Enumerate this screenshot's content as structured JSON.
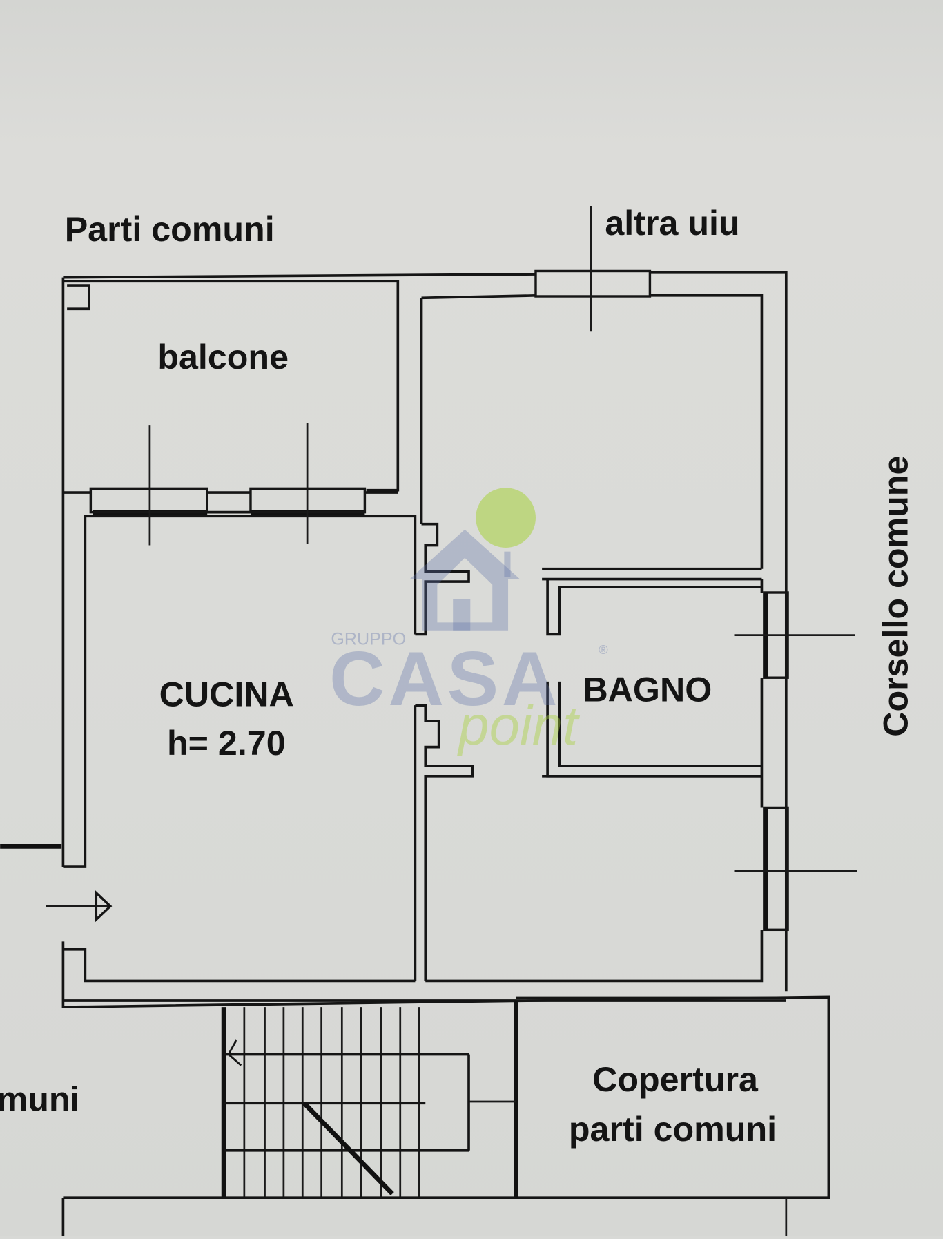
{
  "floorplan": {
    "labels": {
      "parti_comuni_top": "Parti comuni",
      "altra_uiu": "altra uiu",
      "balcone": "balcone",
      "cucina": "CUCINA",
      "cucina_height": "h= 2.70",
      "bagno": "BAGNO",
      "corsello": "Corsello comune",
      "parti_comuni_left_partial": "muni",
      "copertura_line1": "Copertura",
      "copertura_line2": "parti comuni"
    },
    "rooms": [
      {
        "name": "balcone",
        "label": "balcone"
      },
      {
        "name": "cucina",
        "label": "CUCINA",
        "height": "h= 2.70"
      },
      {
        "name": "bagno",
        "label": "BAGNO"
      },
      {
        "name": "unlabeled-room-top-right",
        "label": ""
      },
      {
        "name": "unlabeled-room-bottom-right",
        "label": ""
      },
      {
        "name": "stairs",
        "label": ""
      },
      {
        "name": "copertura",
        "label": "Copertura parti comuni"
      }
    ],
    "colors": {
      "paper": "#d8d9d6",
      "ink": "#151515",
      "watermark_blue": "#5d6fa8",
      "watermark_green": "#a8d23c"
    }
  },
  "watermark": {
    "gruppo": "GRUPPO",
    "casa": "CASA",
    "point": "point",
    "registered": "®"
  }
}
